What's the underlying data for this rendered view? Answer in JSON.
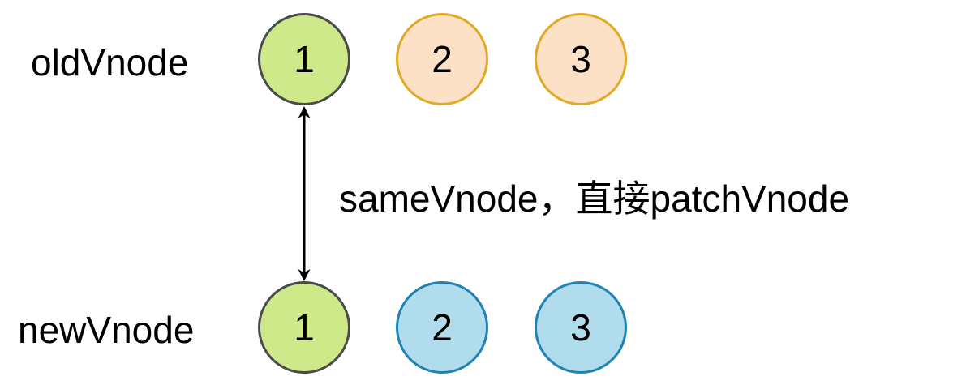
{
  "rows": {
    "old": {
      "label": "oldVnode",
      "nodes": [
        {
          "text": "1",
          "fill": "#cde98a",
          "stroke": "#4a4a4a"
        },
        {
          "text": "2",
          "fill": "#fde1c6",
          "stroke": "#e0aa24"
        },
        {
          "text": "3",
          "fill": "#fde1c6",
          "stroke": "#e0aa24"
        }
      ]
    },
    "new": {
      "label": "newVnode",
      "nodes": [
        {
          "text": "1",
          "fill": "#cde98a",
          "stroke": "#4a4a4a"
        },
        {
          "text": "2",
          "fill": "#b1dcec",
          "stroke": "#1f82b4"
        },
        {
          "text": "3",
          "fill": "#b1dcec",
          "stroke": "#1f82b4"
        }
      ]
    }
  },
  "connector": {
    "label": "sameVnode，直接patchVnode",
    "color": "#000000"
  }
}
